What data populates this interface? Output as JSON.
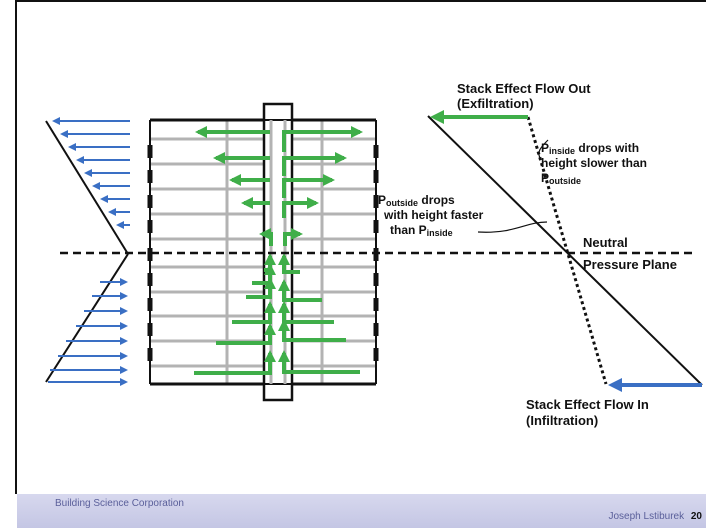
{
  "footer": {
    "company": "Building Science Corporation",
    "author": "Joseph Lstiburek",
    "page": "20"
  },
  "labels": {
    "flow_out_line1": "Stack Effect Flow Out",
    "flow_out_line2": "(Exfiltration)",
    "inside_p": "P",
    "inside_sub": "inside",
    "inside_rest": " drops with",
    "inside_line2": "height slower than",
    "inside_line3_p": "P",
    "inside_line3_sub": "outside",
    "outside_p": "P",
    "outside_sub": "outside",
    "outside_rest": " drops",
    "outside_line2": "with height faster",
    "outside_line3": "than P",
    "outside_line3_sub": "inside",
    "neutral_line1": "Neutral",
    "neutral_line2": "Pressure Plane",
    "flow_in_line1": "Stack Effect Flow In",
    "flow_in_line2": "(Infiltration)"
  },
  "colors": {
    "green": "#3fae49",
    "blue": "#3a6fc4",
    "grid": "#b3b3b3",
    "line": "#111111"
  }
}
